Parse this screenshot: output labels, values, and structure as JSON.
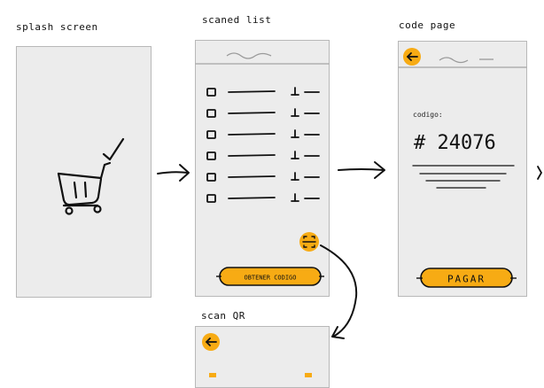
{
  "screens": {
    "splash": {
      "label": "splash screen"
    },
    "scanned_list": {
      "label": "scaned list",
      "button_label": "OBTENER CODIGO"
    },
    "code_page": {
      "label": "code page",
      "code_label": "codigo:",
      "code_value": "# 24076",
      "pay_button_label": "PAGAR"
    },
    "scan_qr": {
      "label": "scan QR"
    }
  },
  "icons": {
    "splash": [
      "shopping-cart-icon",
      "checkmark-icon"
    ],
    "back": "arrow-left-icon",
    "scan": "scan-icon",
    "checkbox": "checkbox-icon"
  },
  "colors": {
    "accent": "#f7ab14",
    "frame_bg": "#ececec",
    "frame_border": "#b8b8b8",
    "ink": "#111111"
  }
}
